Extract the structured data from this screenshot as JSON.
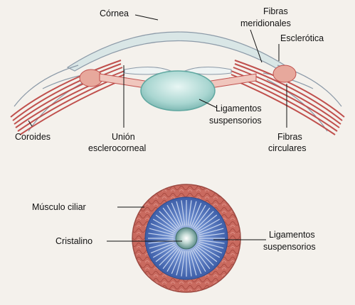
{
  "labels": {
    "cornea": "Córnea",
    "fibras_meridionales_1": "Fibras",
    "fibras_meridionales_2": "meridionales",
    "esclerotica": "Esclerótica",
    "ligamentos_top_1": "Ligamentos",
    "ligamentos_top_2": "suspensorios",
    "coroides": "Coroides",
    "union_1": "Unión",
    "union_2": "esclerocorneal",
    "fibras_circulares_1": "Fibras",
    "fibras_circulares_2": "circulares",
    "musculo_ciliar": "Músculo ciliar",
    "cristalino": "Cristalino",
    "ligamentos_bottom_1": "Ligamentos",
    "ligamentos_bottom_2": "suspensorios"
  },
  "colors": {
    "background": "#f4f1ec",
    "muscle_red": "#c0504d",
    "muscle_light": "#e7a89c",
    "lens_teal": "#9fcfcb",
    "ciliary_blue": "#4a6fb5",
    "ring_red": "#c7655a",
    "outline": "#8c9aa8"
  }
}
